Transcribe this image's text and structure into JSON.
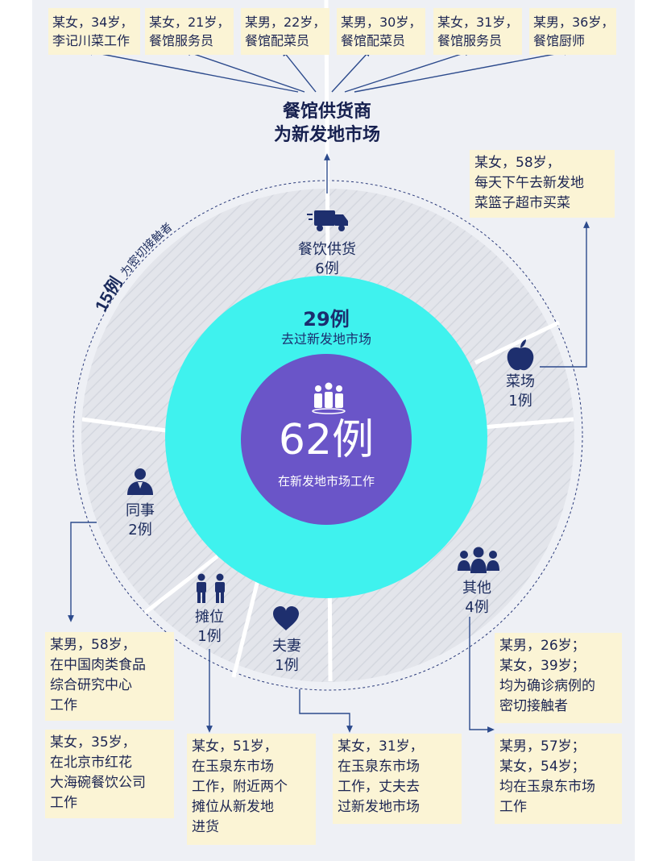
{
  "top_notes": [
    [
      "某女，34岁，",
      "李记川菜工作"
    ],
    [
      "某女，21岁，",
      "餐馆服务员"
    ],
    [
      "某男，22岁，",
      "餐馆配菜员"
    ],
    [
      "某男，30岁，",
      "餐馆配菜员"
    ],
    [
      "某女，31岁，",
      "餐馆服务员"
    ],
    [
      "某男，36岁，",
      "餐馆厨师"
    ]
  ],
  "supplier": {
    "line1": "餐馆供货商",
    "line2": "为新发地市场"
  },
  "right_top_note": [
    "某女，58岁，",
    "每天下午去新发地",
    "菜篮子超市买菜"
  ],
  "outer_ring": {
    "count": "15例",
    "desc": "为密切接触者"
  },
  "middle_ring": {
    "count": "29例",
    "desc": "去过新发地市场"
  },
  "center": {
    "count": "62例",
    "desc": "在新发地市场工作"
  },
  "segments": {
    "catering": {
      "name": "餐饮供货",
      "count": "6例"
    },
    "vegetable_farm": {
      "name": "菜场",
      "count": "1例"
    },
    "colleague": {
      "name": "同事",
      "count": "2例"
    },
    "others": {
      "name": "其他",
      "count": "4例"
    },
    "stall": {
      "name": "摊位",
      "count": "1例"
    },
    "couple": {
      "name": "夫妻",
      "count": "1例"
    }
  },
  "bottom_notes": {
    "colleague_1": [
      "某男，58岁，",
      "在中国肉类食品",
      "综合研究中心",
      "工作"
    ],
    "colleague_2": [
      "某女，35岁，",
      "在北京市红花",
      "大海碗餐饮公司",
      "工作"
    ],
    "stall": [
      "某女，51岁，",
      "在玉泉东市场",
      "工作，附近两个",
      "摊位从新发地",
      "进货"
    ],
    "couple": [
      "某女，31岁，",
      "在玉泉东市场",
      "工作，丈夫去",
      "过新发地市场"
    ],
    "others_1": [
      "某男，26岁；",
      "某女，39岁；",
      "均为确诊病例的",
      "密切接触者"
    ],
    "others_2": [
      "某男，57岁；",
      "某女，54岁；",
      "均在玉泉东市场",
      "工作"
    ]
  },
  "colors": {
    "panel": "#eef0f5",
    "outer_ring": "#e4e6ec",
    "middle_ring": "#3ff2ee",
    "center": "#6a55c8",
    "note": "#fbf4d5",
    "icon": "#1e2f6e",
    "arrow": "#2c4a8c"
  },
  "icons": [
    "delivery-truck-icon",
    "apple-icon",
    "colleague-icon",
    "group-icon",
    "two-people-icon",
    "heart-icon",
    "crowd-icon"
  ]
}
